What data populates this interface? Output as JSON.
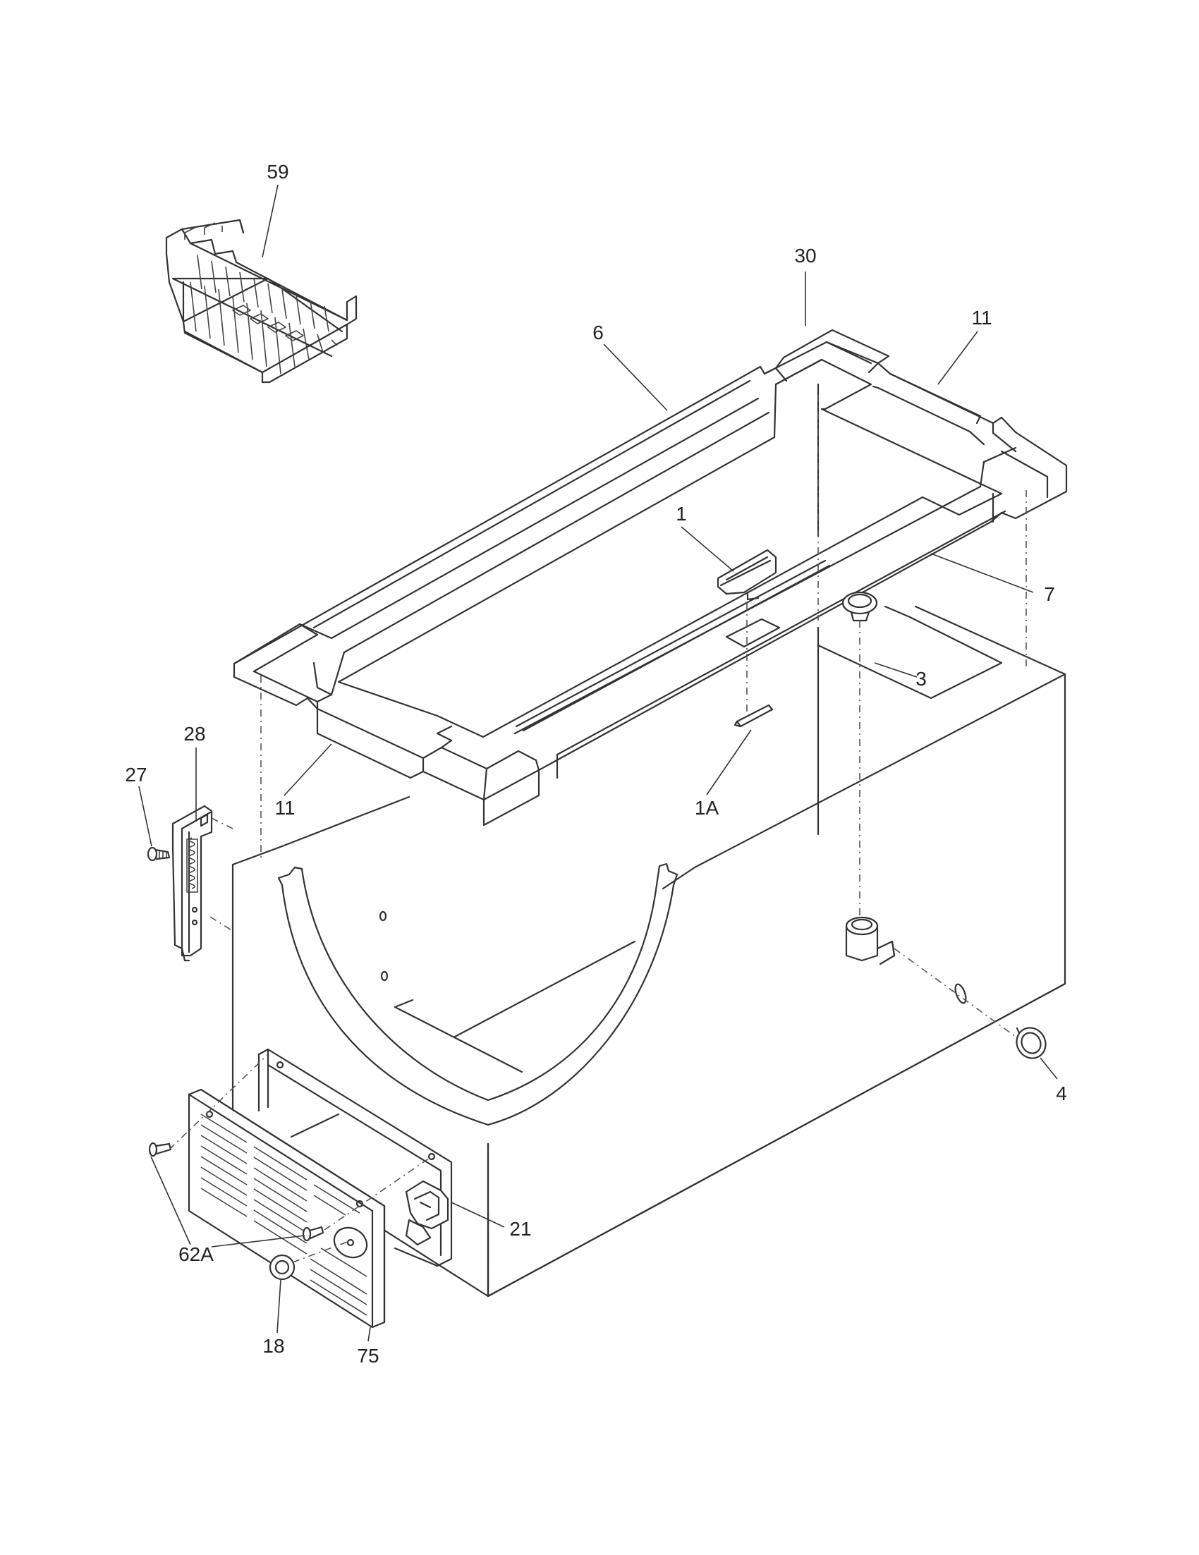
{
  "diagram": {
    "description_free": true,
    "part_labels": {
      "p59": "59",
      "p30": "30",
      "p6": "6",
      "p11_top": "11",
      "p1": "1",
      "p7": "7",
      "p3": "3",
      "p28": "28",
      "p27": "27",
      "p11_left": "11",
      "p1A": "1A",
      "p4": "4",
      "p21": "21",
      "p62A": "62A",
      "p18": "18",
      "p75": "75"
    }
  }
}
